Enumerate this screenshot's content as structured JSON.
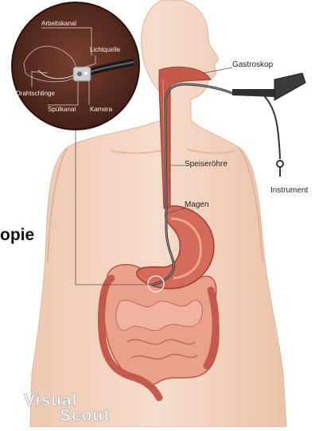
{
  "labels": {
    "gastroskop": "Gastroskop",
    "speiseroehre": "Speiseröhre",
    "magen": "Magen",
    "instrument": "Instrument",
    "partial_title": "opie"
  },
  "inset": {
    "arbeitskanal": "Arbeitskanal",
    "lichtquelle": "Lichtquelle",
    "drahtschlinge": "Drahtschlinge",
    "spuelkanal": "Spülkanal",
    "kamera": "Kamera"
  },
  "watermark": {
    "line1": "Visual",
    "line2": "Scout"
  },
  "colors": {
    "skin": "#f4d7c3",
    "skin_shadow": "#e7bba0",
    "organ": "#c8574a",
    "organ_light": "#e99a87",
    "inset_bg": "#5a2f22",
    "label_line": "#d9c8bd"
  }
}
